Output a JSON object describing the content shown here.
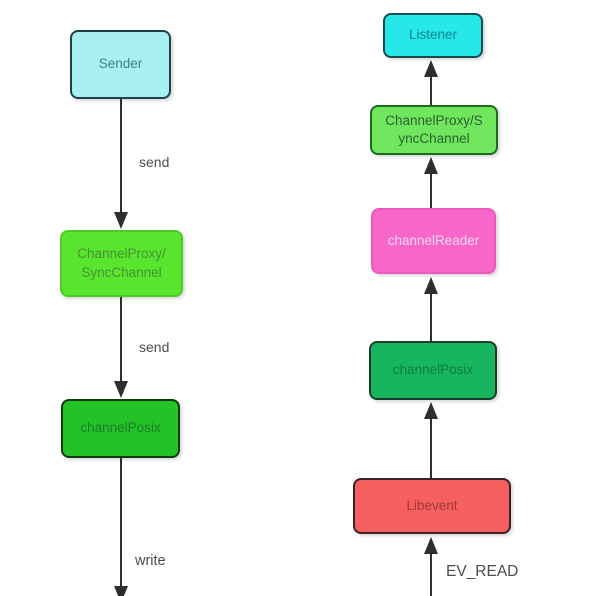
{
  "colors": {
    "background": "#ffffff",
    "arrow": "#2e2e2e",
    "edge_label": "#4c4c4c"
  },
  "nodes": {
    "sender": {
      "label": "Sender",
      "fill": "#a9f0f2",
      "border": "#1d4249",
      "text_color": "#447d88"
    },
    "left_channel_proxy": {
      "label": "ChannelProxy/\nSyncChannel",
      "fill": "#59e52e",
      "border": "#4ccb27",
      "text_color": "#449434"
    },
    "left_channel_posix": {
      "label": "channelPosix",
      "fill": "#23c226",
      "border": "#123a10",
      "text_color": "#1d7d2c"
    },
    "listener": {
      "label": "Listener",
      "fill": "#27e8e8",
      "border": "#154c52",
      "text_color": "#0f8490"
    },
    "right_channel_proxy": {
      "label": "ChannelProxy/S\nyncChannel",
      "fill": "#70e65e",
      "border": "#1d6b1d",
      "text_color": "#2f6030"
    },
    "channel_reader": {
      "label": "channelReader",
      "fill": "#f767c8",
      "border": "#ea59bc",
      "text_color": "#f9d7ee"
    },
    "right_channel_posix": {
      "label": "channelPosix",
      "fill": "#18b55f",
      "border": "#173f2b",
      "text_color": "#0b7d44"
    },
    "libevent": {
      "label": "Libevent",
      "fill": "#f55f5f",
      "border": "#3c2323",
      "text_color": "#a23a3a"
    }
  },
  "edge_labels": {
    "send_1": "send",
    "send_2": "send",
    "write": "write",
    "ev_read": "EV_READ"
  }
}
